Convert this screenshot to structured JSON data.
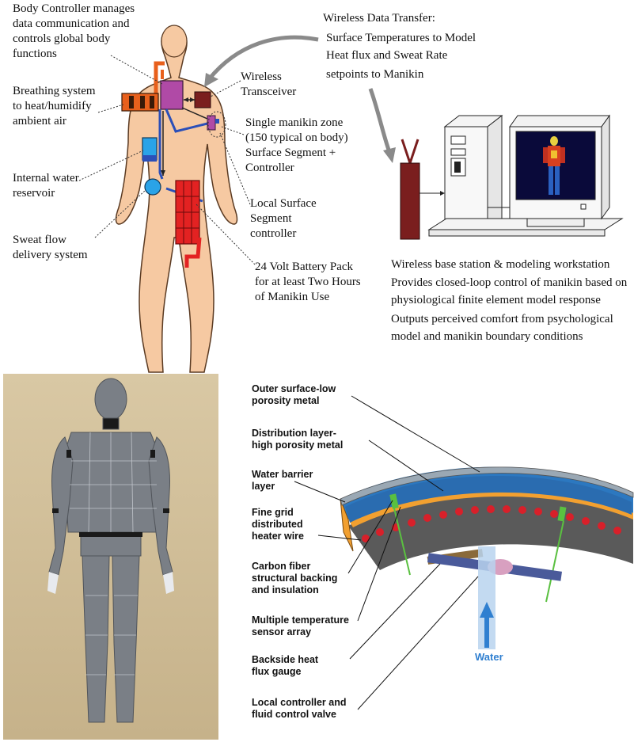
{
  "top_left": {
    "body_controller": "Body Controller manages\ndata communication and\ncontrols global body\nfunctions",
    "breathing": "Breathing system\nto heat/humidify\nambient air",
    "water_reservoir": "Internal water\nreservoir",
    "sweat_flow": "Sweat flow\ndelivery system",
    "wireless_transceiver": "Wireless\nTransceiver",
    "single_zone": "Single manikin zone\n(150 typical on body)\nSurface Segment +\nController",
    "local_segment": "Local Surface\nSegment\ncontroller",
    "battery": "24 Volt Battery Pack\nfor at least Two Hours\nof Manikin Use"
  },
  "top_right": {
    "wireless_data_title": "Wireless Data Transfer:",
    "surface_temps": "Surface Temperatures to Model",
    "heat_flux": "Heat flux and Sweat Rate\nsetpoints to Manikin",
    "base_station": "Wireless base station & modeling workstation",
    "closed_loop": "Provides closed-loop control of manikin based on\nphysiological finite element model response",
    "outputs": "Outputs perceived comfort from psychological\nmodel and manikin boundary conditions"
  },
  "cross_section": {
    "outer_surface": "Outer surface-low\nporosity metal",
    "distribution": "Distribution layer-\nhigh porosity metal",
    "water_barrier": "Water barrier\nlayer",
    "fine_grid": "Fine grid\ndistributed\nheater wire",
    "carbon_fiber": "Carbon fiber\nstructural backing\nand insulation",
    "temp_sensor": "Multiple temperature\nsensor array",
    "backside": "Backside heat\nflux gauge",
    "local_controller": "Local controller and\nfluid control valve",
    "water": "Water"
  },
  "colors": {
    "skin": "#f6c9a2",
    "skin_outline": "#5a3a22",
    "controller_purple": "#b04aa6",
    "transceiver_brown": "#7a1e1e",
    "battery_red": "#e32222",
    "reservoir_blue": "#2aa3e8",
    "pipe_blue": "#2b4fb8",
    "breathing_orange": "#e8601c",
    "panel_blue": "#2c78c0",
    "panel_orange": "#f2a030",
    "arrow_gray": "#8a8a8a",
    "water_label": "#2f7fd0"
  },
  "icons": [
    "human-body-icon",
    "antenna-icon",
    "computer-tower-icon",
    "monitor-icon",
    "manikin-photo-icon",
    "panel-cross-section-icon"
  ]
}
